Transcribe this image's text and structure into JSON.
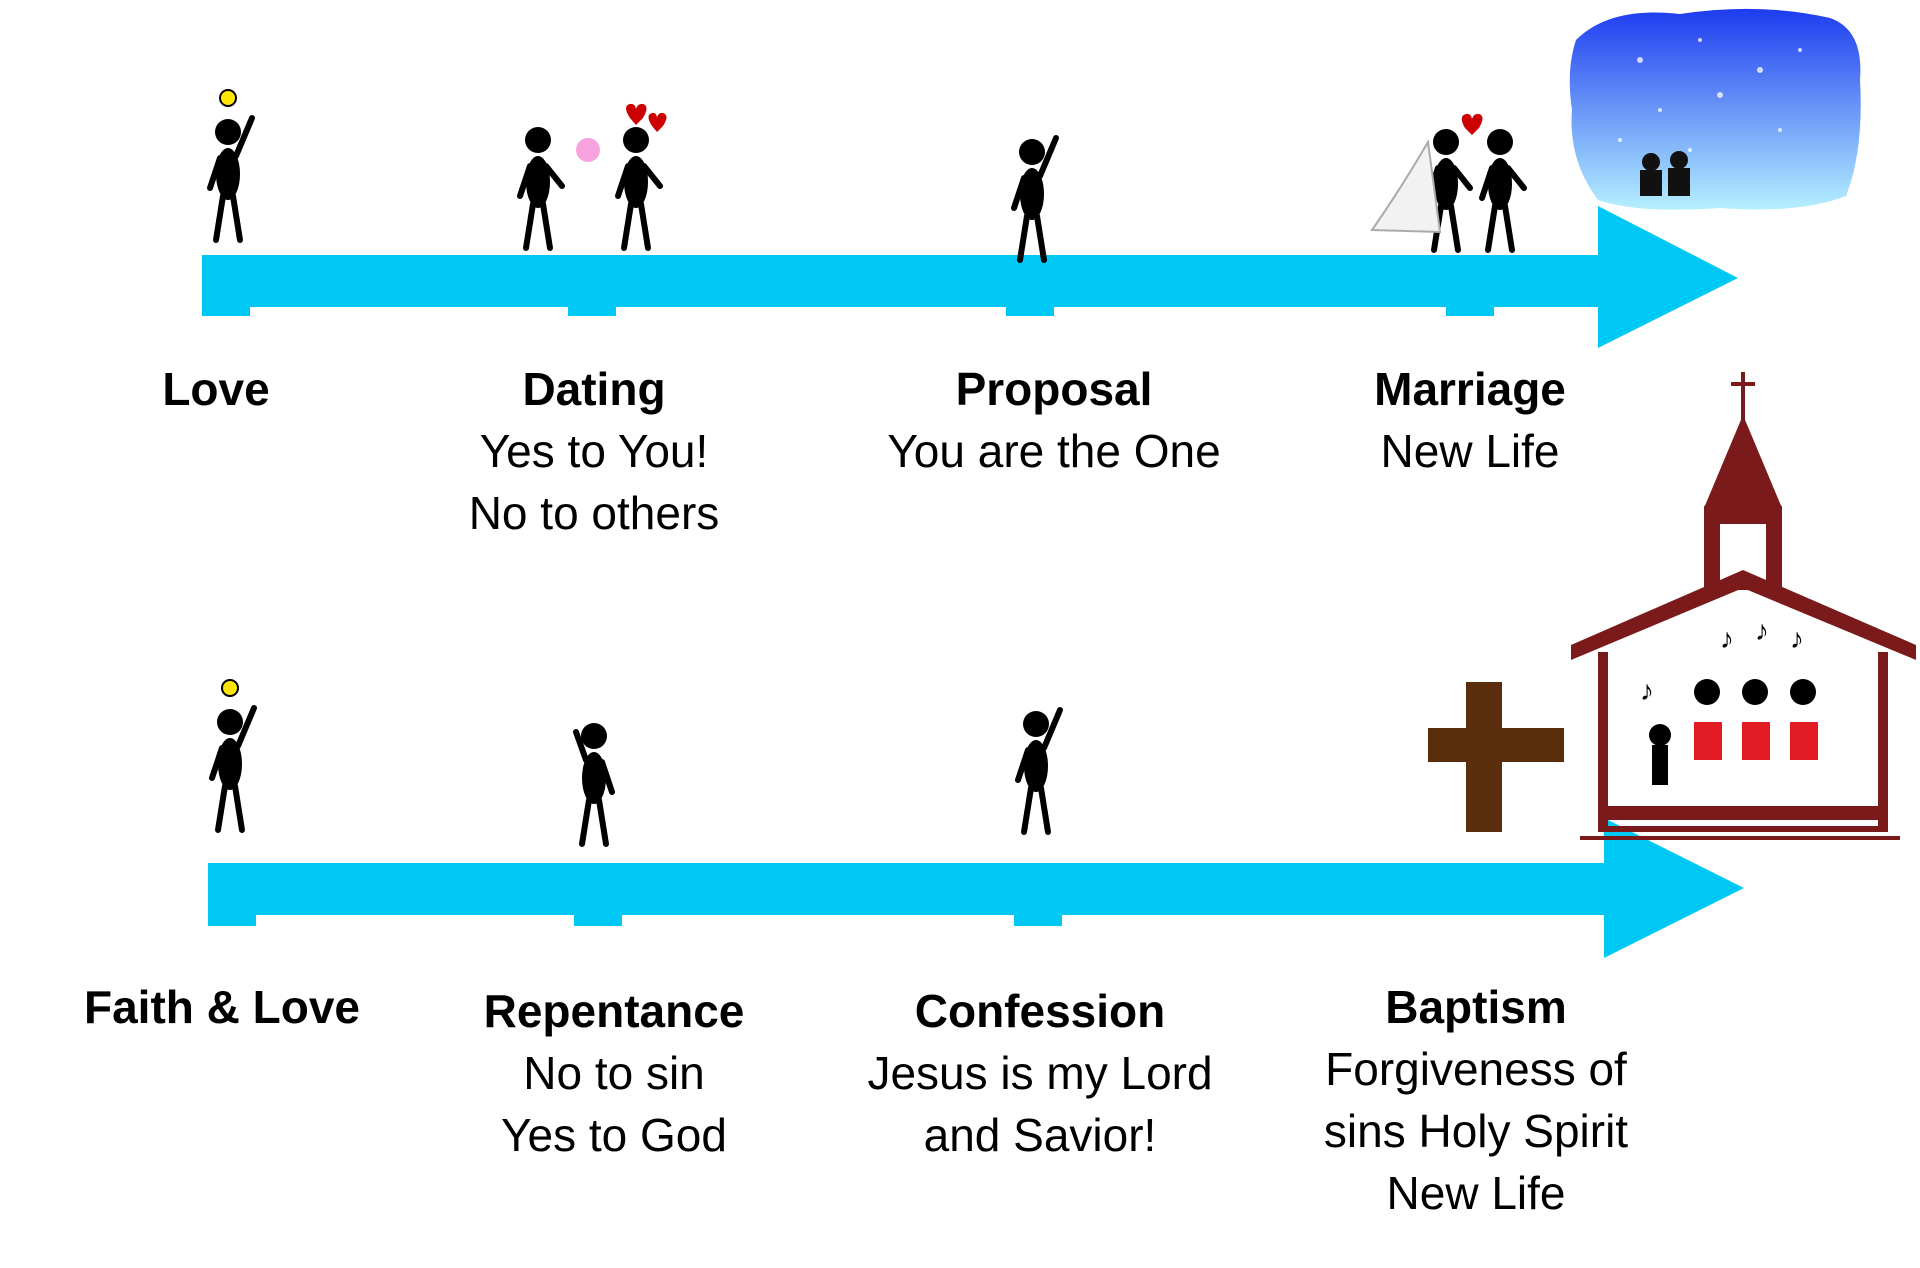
{
  "colors": {
    "arrow": "#00c8f4",
    "figure": "#000000",
    "church": "#7a1a1a",
    "cross": "#5a2d0c",
    "heart": "#cc0000",
    "sky_top": "#1d3cf0",
    "sky_bottom": "#b5f0ff",
    "choir_robe": "#e01b24"
  },
  "timelines": [
    {
      "steps": [
        {
          "title": "Love",
          "lines": []
        },
        {
          "title": "Dating",
          "lines": [
            "Yes to You!",
            "No to others"
          ]
        },
        {
          "title": "Proposal",
          "lines": [
            "You are the One"
          ]
        },
        {
          "title": "Marriage",
          "lines": [
            "New Life"
          ]
        }
      ]
    },
    {
      "steps": [
        {
          "title": "Faith & Love",
          "lines": []
        },
        {
          "title": "Repentance",
          "lines": [
            "No to sin",
            "Yes to God"
          ]
        },
        {
          "title": "Confession",
          "lines": [
            "Jesus is my Lord",
            "and Savior!"
          ]
        },
        {
          "title": "Baptism",
          "lines": [
            "Forgiveness of",
            "sins Holy Spirit",
            "New Life"
          ]
        }
      ]
    }
  ],
  "icons": {
    "top": [
      "idea-person-icon",
      "couple-flower-icon",
      "kneeling-proposal-icon",
      "wedding-couple-icon",
      "heaven-cloud-icon"
    ],
    "bottom": [
      "idea-person-icon",
      "thinking-person-icon",
      "raised-hand-person-icon",
      "wooden-cross-icon",
      "church-choir-icon"
    ]
  }
}
